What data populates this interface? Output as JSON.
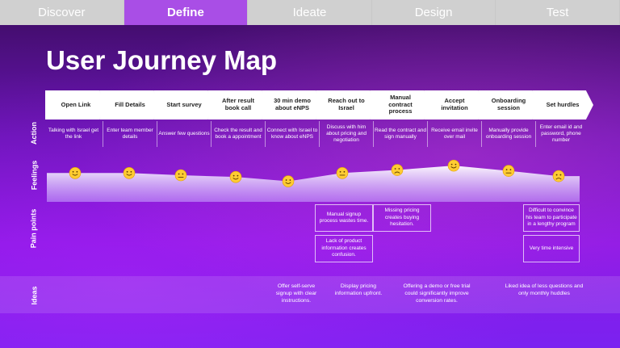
{
  "tabs": [
    {
      "label": "Discover",
      "active": false
    },
    {
      "label": "Define",
      "active": true
    },
    {
      "label": "Ideate",
      "active": false
    },
    {
      "label": "Design",
      "active": false
    },
    {
      "label": "Test",
      "active": false
    }
  ],
  "title": "User Journey Map",
  "row_labels": {
    "action": "Action",
    "feelings": "Feelings",
    "pain_points": "Pain points",
    "ideas": "Ideas"
  },
  "steps": [
    "Open Link",
    "Fill Details",
    "Start survey",
    "After result book call",
    "30 min demo about eNPS",
    "Reach out to Israel",
    "Manual contract process",
    "Accept invitation",
    "Onboarding session",
    "Set hurdles"
  ],
  "actions": [
    "Talking with Israel get the link",
    "Enter team member details",
    "Answer few questions",
    "Check the result and book a appointment",
    "Connect with Israel to know about eNPS",
    "Discuss with him about pricing and negotiation",
    "Read the contract and sign manually",
    "Receive email invite over mail",
    "Manually provide onboarding session",
    "Enter email id and password, phone number"
  ],
  "feelings": [
    "happy",
    "happy",
    "neutral",
    "happy",
    "happy",
    "neutral",
    "sad",
    "happy",
    "neutral",
    "sad"
  ],
  "feeling_levels": [
    0.55,
    0.55,
    0.5,
    0.46,
    0.36,
    0.55,
    0.62,
    0.72,
    0.6,
    0.48
  ],
  "pain_points": {
    "reach_out_1": "Manual signup process wastes time.",
    "reach_out_2": "Lack of product information creates confusion.",
    "manual_contract": "Missing pricing creates buying hesitation.",
    "set_hurdles_1": "Difficult to convince his team to participate in a lengthy program",
    "set_hurdles_2": "Very time intensive"
  },
  "ideas": [
    "Offer self-serve signup with clear instructions.",
    "Display pricing information upfront.",
    "Offering a demo or free trial could significantly improve conversion rates.",
    "Liked idea of less questions and only monthly huddles"
  ],
  "colors": {
    "active_tab": "#a94ee6",
    "emoji": "#ffcc33"
  }
}
